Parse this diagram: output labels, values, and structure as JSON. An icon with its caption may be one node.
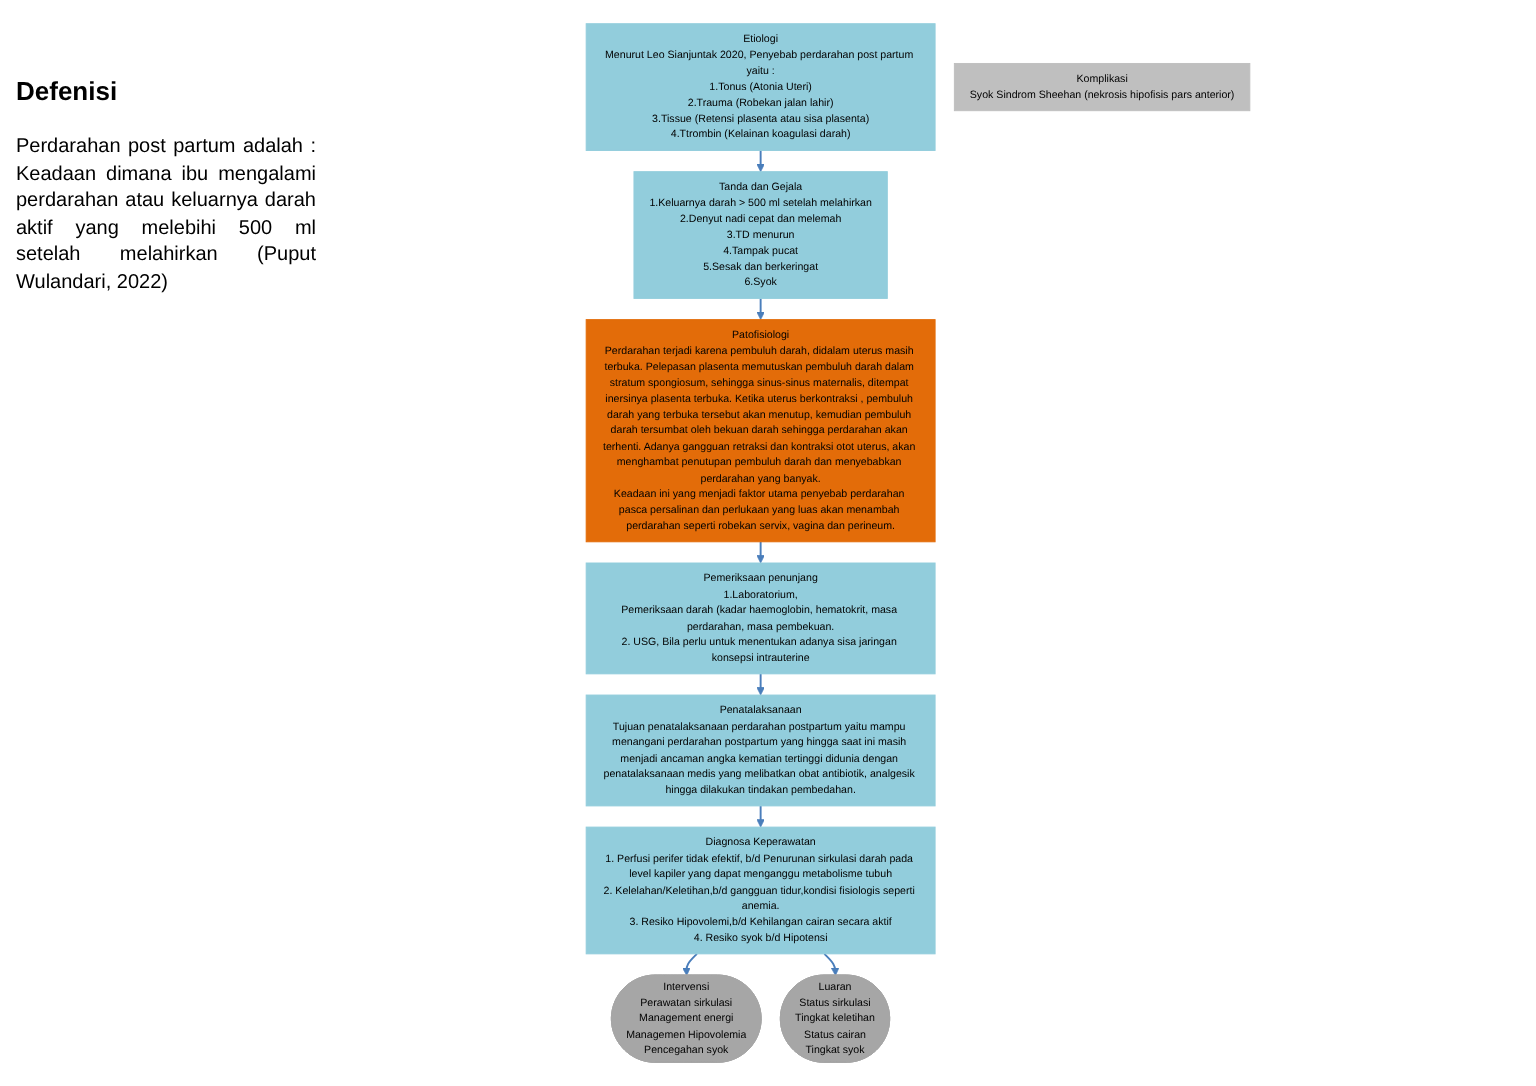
{
  "diagram": {
    "title": "Defenisi",
    "nodes": [
      {
        "text": [
          "Etiologi",
          "Menurut Leo Sianjuntak 2020, Penyebab perdarahan post partum yaitu :",
          "1.Tonus (Atonia Uteri)",
          "2.Trauma (Robekan jalan lahir)",
          "3.Tissue (Retensi plasenta atau sisa plasenta)",
          "4.Ttrombin (Kelainan koagulasi darah)"
        ]
      },
      {
        "text": [
          "Tanda dan Gejala",
          "1.Keluarnya darah > 500 ml setelah melahirkan",
          "2.Denyut nadi cepat dan melemah",
          "3.TD menurun",
          "4.Tampak pucat",
          "5.Sesak dan berkeringat",
          "6.Syok"
        ]
      },
      {
        "text": [
          "Patofisiologi",
          "Perdarahan terjadi karena pembuluh darah, didalam uterus masih terbuka. Pelepasan plasenta memutuskan pembuluh darah dalam stratum spongiosum, sehingga sinus-sinus maternalis, ditempat inersinya plasenta terbuka. Ketika uterus berkontraksi , pembuluh darah yang terbuka tersebut akan menutup, kemudian pembuluh darah tersumbat oleh bekuan darah sehingga perdarahan akan terhenti. Adanya gangguan retraksi dan kontraksi otot uterus, akan menghambat penutupan pembuluh darah dan menyebabkan perdarahan yang banyak.",
          "Keadaan ini yang menjadi faktor utama penyebab perdarahan pasca persalinan dan perlukaan yang luas akan menambah perdarahan seperti robekan servix, vagina dan perineum."
        ]
      },
      {
        "text": [
          "Pemeriksaan penunjang",
          "1.Laboratorium,",
          "Pemeriksaan darah (kadar haemoglobin, hematokrit, masa perdarahan, masa pembekuan.",
          "2. USG, Bila perlu untuk menentukan adanya sisa jaringan konsepsi intrauterine"
        ]
      },
      {
        "text": [
          "Penatalaksanaan",
          "Tujuan penatalaksanaan perdarahan postpartum yaitu mampu menangani perdarahan postpartum yang hingga saat ini masih menjadi ancaman angka kematian tertinggi didunia dengan penatalaksanaan medis yang melibatkan obat antibiotik, analgesik hingga dilakukan tindakan pembedahan."
        ]
      },
      {
        "text": [
          "Diagnosa Keperawatan",
          "1. Perfusi perifer tidak efektif, b/d Penurunan sirkulasi darah pada level kapiler yang dapat menganggu metabolisme tubuh",
          "2. Kelelahan/Keletihan,b/d gangguan tidur,kondisi fisiologis seperti anemia.",
          "3. Resiko Hipovolemi,b/d Kehilangan cairan secara aktif",
          "4. Resiko syok b/d Hipotensi"
        ]
      },
      {
        "text": [
          "Intervensi",
          "Perawatan sirkulasi",
          "Management energi",
          "Managemen Hipovolemia",
          "Pencegahan syok"
        ]
      },
      {
        "text": [
          "Luaran",
          "Status sirkulasi",
          "Tingkat keletihan",
          "Status cairan",
          "Tingkat syok"
        ]
      },
      {
        "text": [
          "Komplikasi",
          "Syok Sindrom Sheehan (nekrosis hipofisis pars anterior)"
        ]
      }
    ],
    "edges": [
      {
        "from": 0,
        "to": 1,
        "arrow": "to"
      },
      {
        "from": 1,
        "to": 2,
        "arrow": "to"
      },
      {
        "from": 2,
        "to": 3,
        "arrow": "to"
      },
      {
        "from": 3,
        "to": 4,
        "arrow": "to"
      },
      {
        "from": 4,
        "to": 5,
        "arrow": "to"
      },
      {
        "from": 5,
        "to": 6,
        "arrow": "to"
      },
      {
        "from": 5,
        "to": 7,
        "arrow": "to"
      }
    ],
    "labels": [
      "Perdarahan post partum adalah : Keadaan dimana ibu mengalami perdarahan atau keluarnya darah aktif yang melebihi 500 ml setelah melahirkan (Puput Wulandari, 2022)"
    ]
  }
}
